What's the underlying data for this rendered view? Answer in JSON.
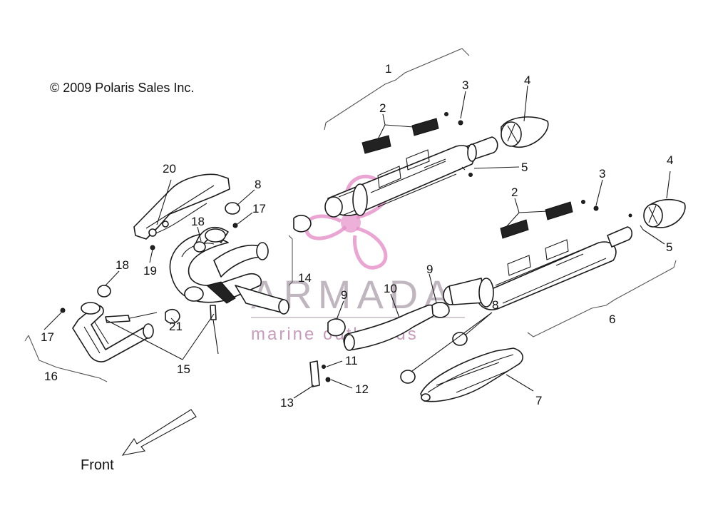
{
  "copyright": "© 2009 Polaris Sales Inc.",
  "direction_label": "Front",
  "watermark": {
    "name": "ARMADA",
    "tagline": "marine outboards",
    "color": "#e58fc8"
  },
  "callouts": [
    "1",
    "2",
    "3",
    "4",
    "5",
    "2",
    "3",
    "4",
    "5",
    "6",
    "7",
    "8",
    "8",
    "9",
    "9",
    "10",
    "11",
    "12",
    "13",
    "14",
    "15",
    "16",
    "17",
    "17",
    "18",
    "18",
    "19",
    "20",
    "21"
  ]
}
